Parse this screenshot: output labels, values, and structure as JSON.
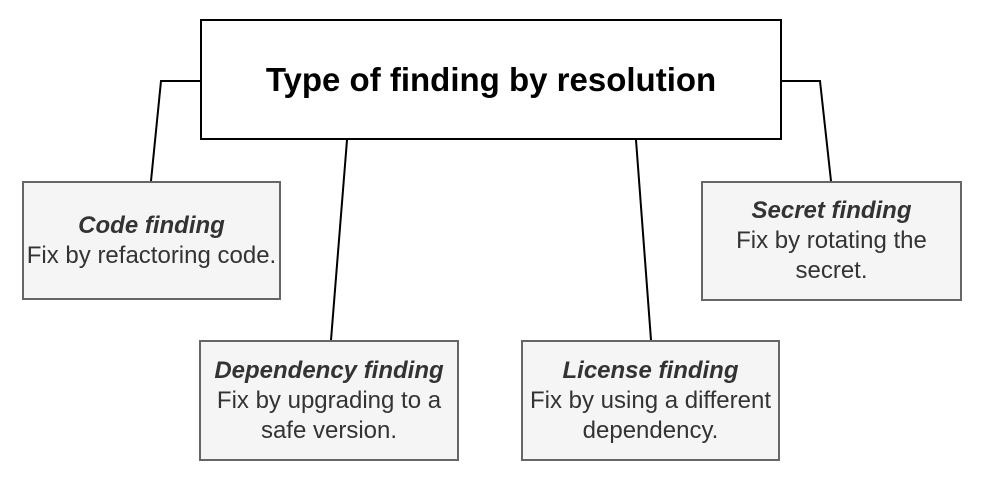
{
  "diagram": {
    "root": {
      "title": "Type of finding by resolution"
    },
    "nodes": [
      {
        "title": "Code finding",
        "description": "Fix by refactoring code."
      },
      {
        "title": "Dependency finding",
        "description": "Fix by upgrading to a safe version."
      },
      {
        "title": "License finding",
        "description": "Fix by using a different dependency."
      },
      {
        "title": "Secret finding",
        "description": "Fix by rotating the secret."
      }
    ],
    "colors": {
      "page_bg": "#ffffff",
      "root_bg": "#ffffff",
      "root_border": "#000000",
      "root_text": "#000000",
      "node_bg": "#f5f5f5",
      "node_border": "#666666",
      "node_text": "#333333",
      "connector": "#000000"
    }
  }
}
